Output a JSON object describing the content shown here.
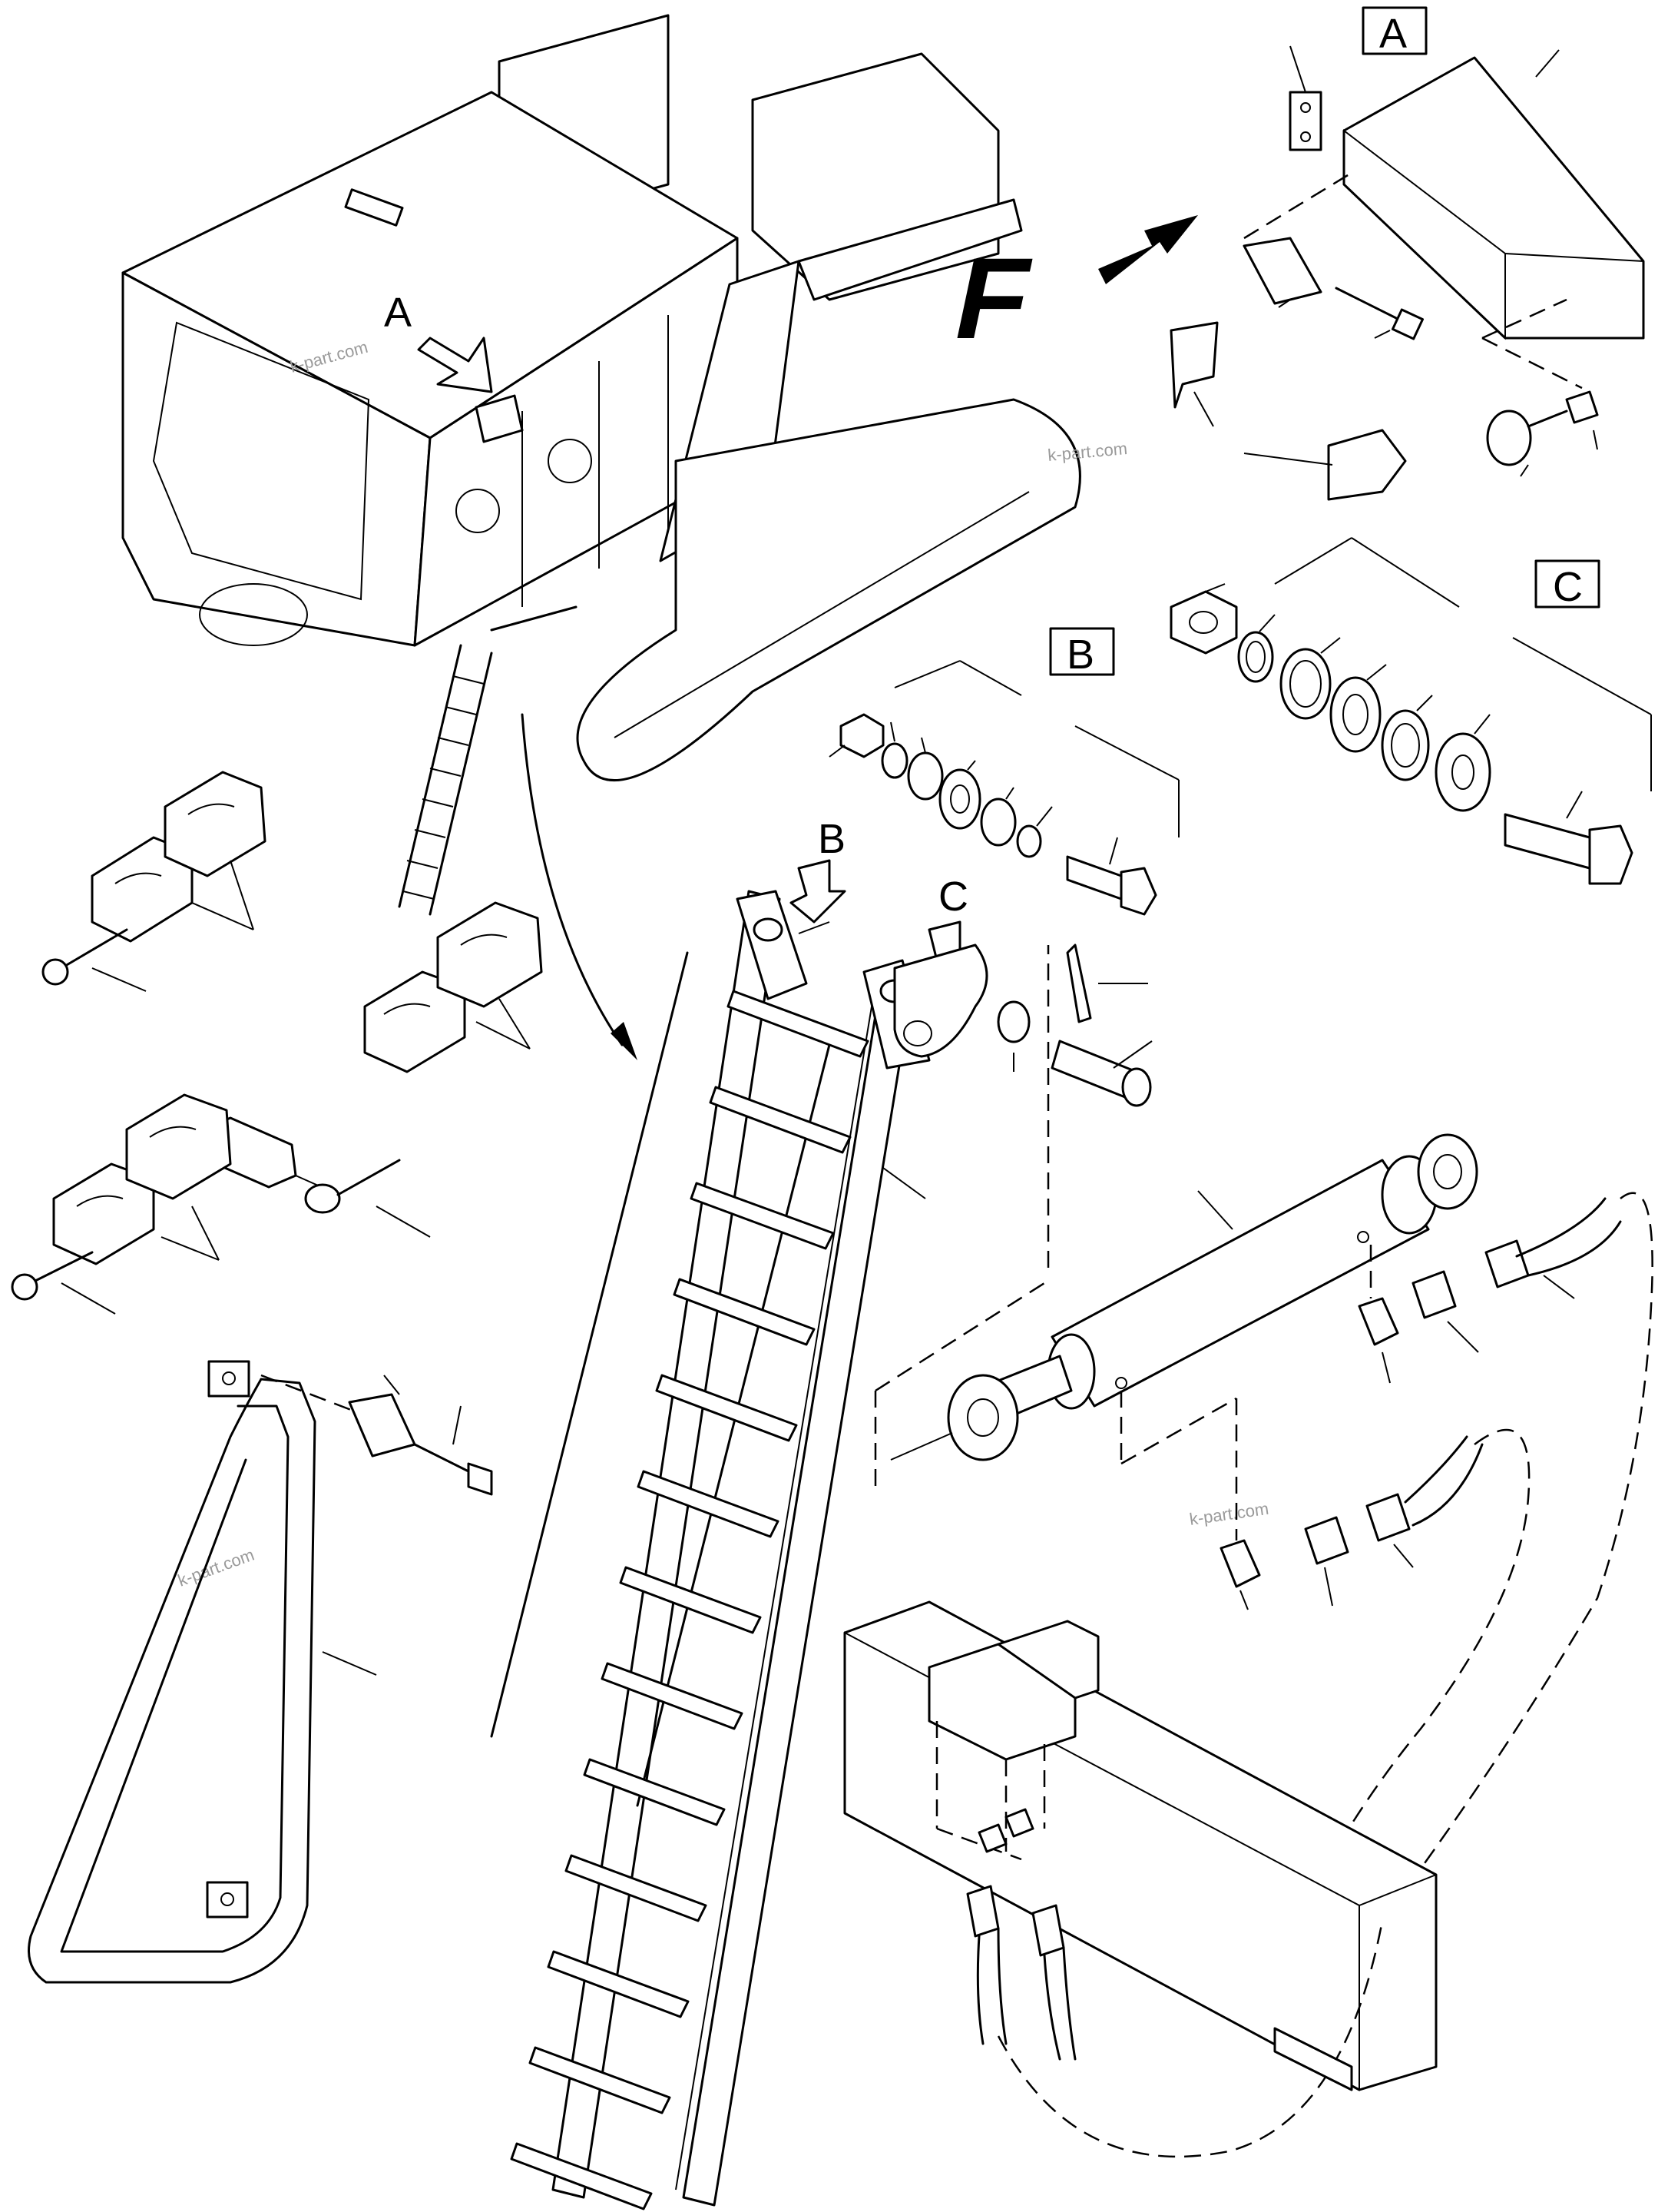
{
  "view_labels": {
    "a": "A",
    "b": "B",
    "c": "C"
  },
  "detail_boxes": {
    "a": "A",
    "b": "B",
    "c": "C"
  },
  "brand_letter": "F",
  "watermark": "k-part.com"
}
